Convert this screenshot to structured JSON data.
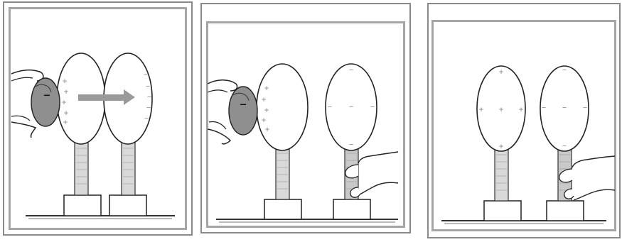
{
  "panels": [
    {
      "id": "panel-1",
      "charged_rod_sign": "−",
      "sphere_left_signs": [
        "+",
        "+",
        "+",
        "+",
        "+"
      ],
      "sphere_right_signs": [
        "−",
        "−",
        "−",
        "−",
        "−"
      ],
      "arrow": true
    },
    {
      "id": "panel-2",
      "charged_rod_sign": "−",
      "sphere_left_signs": [
        "+",
        "+",
        "+",
        "+",
        "+"
      ],
      "sphere_right_signs": [
        "−",
        "−",
        "−",
        "−",
        "−"
      ],
      "hand_grounding": true
    },
    {
      "id": "panel-3",
      "sphere_left_signs": [
        "+",
        "+",
        "+",
        "+",
        "+"
      ],
      "sphere_right_signs": [
        "−",
        "−",
        "−",
        "−",
        "−"
      ],
      "hand_grounding": true
    }
  ],
  "colors": {
    "outline": "#222222",
    "sign": "#8c8c8c",
    "arrow": "#9a9a9a",
    "hand_fill": "#8f8f8f",
    "frame": "#8a8a8a"
  },
  "icons": [
    "hand-icon",
    "charged-rod-icon",
    "arrow-right-icon",
    "sphere-icon",
    "stand-icon",
    "base-icon"
  ]
}
